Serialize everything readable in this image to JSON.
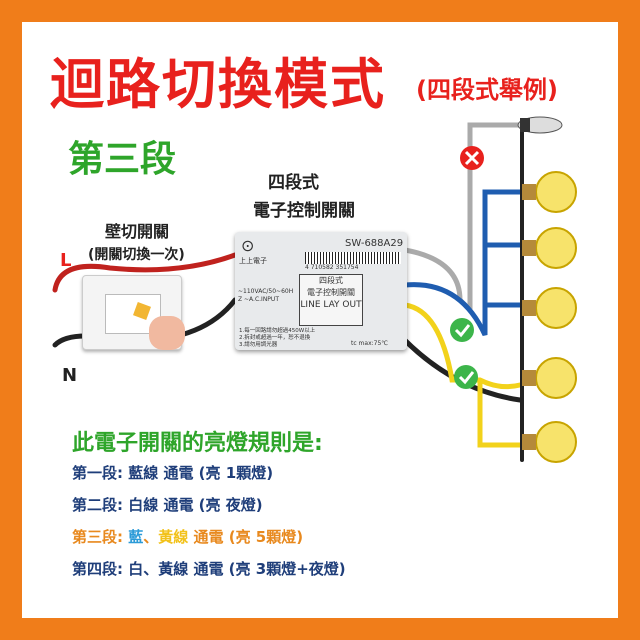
{
  "title": "迴路切換模式",
  "subtitle": "(四段式舉例)",
  "stage": "第三段",
  "device_label": {
    "line1": "四段式",
    "line2": "電子控制開關"
  },
  "switch_label": {
    "line1": "壁切開關",
    "line2": "(開關切換一次)"
  },
  "wire_labels": {
    "L": "L",
    "N": "N"
  },
  "device": {
    "brand": "上上電子",
    "model": "SW-688A29",
    "barcode": "4 710582 351754",
    "box_line1": "四段式",
    "box_line2": "電子控制開關",
    "box_line3": "LINE LAY OUT",
    "input": "~110VAC/50~60HZ ~A.C.INPUT",
    "notes": [
      "1.每一回路請勿超過450W以上",
      "2.拆封或超過一年，恕不退換",
      "3.請勿用調光器"
    ],
    "temp": "tc max:75℃"
  },
  "rules": {
    "title": "此電子開關的亮燈規則是:",
    "items": [
      {
        "label": "第一段:",
        "text": "藍線 通電 (亮 1顆燈)"
      },
      {
        "label": "第二段:",
        "text": "白線 通電 (亮 夜燈)"
      },
      {
        "label": "第三段:",
        "blue": "藍",
        "sep": "、",
        "yellow": "黃線",
        "text": " 通電 (亮 5顆燈)"
      },
      {
        "label": "第四段:",
        "text": "白、黃線 通電 (亮 3顆燈+夜燈)"
      }
    ]
  },
  "colors": {
    "frame": "#f07d1a",
    "title": "#e8211d",
    "green": "#2ea52a",
    "navy": "#1f3e7a",
    "orange": "#e8891e",
    "blue": "#2b9bd8",
    "yellow": "#f2c21b"
  }
}
